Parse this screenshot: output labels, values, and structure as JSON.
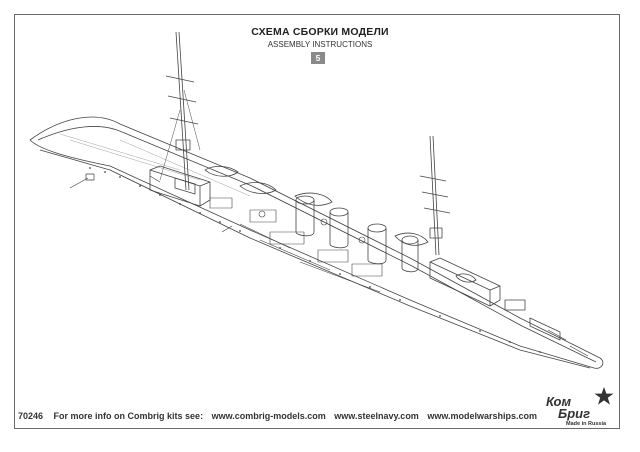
{
  "header": {
    "title_ru": "СХЕМА СБОРКИ МОДЕЛИ",
    "title_en": "ASSEMBLY INSTRUCTIONS",
    "step_number": "5"
  },
  "footer": {
    "code": "70246",
    "info": "For more info on Combrig kits see:",
    "links": [
      "www.combrig-models.com",
      "www.steelnavy.com",
      "www.modelwarships.com"
    ]
  },
  "logo": {
    "line1": "Ком",
    "line2": "Бриг",
    "made_in": "Made in Russia"
  },
  "colors": {
    "line": "#444444",
    "step_box": "#8a8a8a",
    "star": "#333333"
  }
}
